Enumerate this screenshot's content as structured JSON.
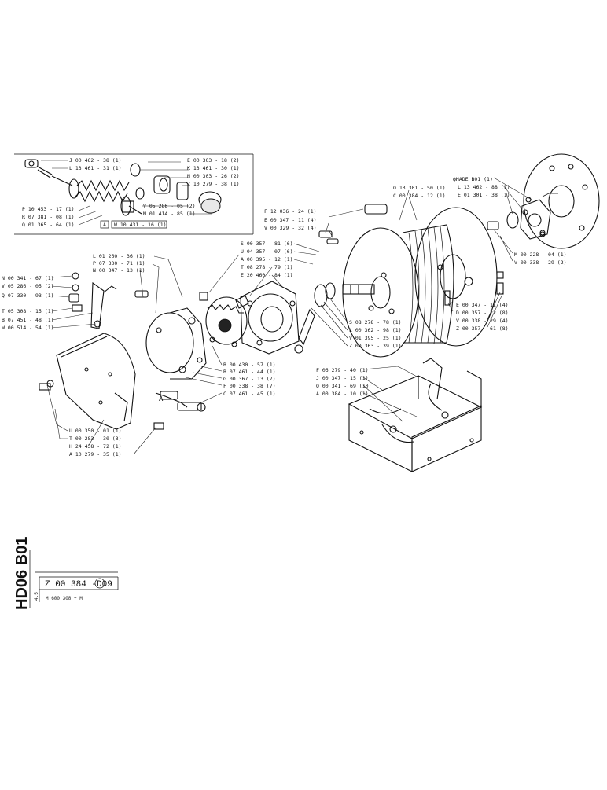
{
  "labels": {
    "inset": [
      "J 00 462 - 38 (1)",
      "L 13 461 - 31 (1)",
      "E 00 303 - 18 (2)",
      "K 13 461 - 30 (1)",
      "N 00 303 - 26 (2)",
      "Z 10 279 - 38 (1)",
      "P 10 453 - 17 (1)",
      "R 07 381 - 08 (1)",
      "Q 01 365 - 64 (1)",
      "V 05 286 - 05 (2)",
      "M 01 414 - 85 (1)",
      "W 10 431 - 16 (1)"
    ],
    "inset_marker": "A",
    "left": [
      "L 01 260 - 36 (1)",
      "P 07 330 - 71 (1)",
      "N 00 347 - 13 (1)",
      "N 00 341 - 67 (1)",
      "V 05 286 - 05 (2)",
      "Q 07 330 - 93 (1)",
      "T 05 308 - 15 (1)",
      "B 07 451 - 48 (1)",
      "W 00 514 - 54 (1)"
    ],
    "bottom_left": [
      "U 00 350 - 01 (1)",
      "T 00 283 - 30 (3)",
      "H 24 438 - 72 (1)",
      "A 10 279 - 35 (1)"
    ],
    "center_top": [
      "S 00 357 - 81 (6)",
      "U 04 357 - 07 (6)",
      "A 00 395 - 12 (1)",
      "T 08 278 - 79 (1)",
      "E 20 460 - 84 (1)"
    ],
    "center_right": [
      "F 12 036 - 24 (1)",
      "E 00 347 - 11 (4)",
      "V 00 329 - 32 (4)"
    ],
    "center_bottom": [
      "B 00 430 - 57 (1)",
      "B 07 461 - 44 (1)",
      "G 00 367 - 13 (7)",
      "F 00 338 - 38 (7)",
      "C 07 461 - 45 (1)"
    ],
    "drum_top": [
      "O 13 301 - 50 (1)",
      "C 00 384 - 12 (1)"
    ],
    "drum_bottom": [
      "S 08 278 - 78 (1)",
      "L 00 362 - 98 (1)",
      "V 01 395 - 25 (1)",
      "Z 00 363 - 39 (1)"
    ],
    "motor": [
      "ϕHADE B01 (1)",
      "L 13 462 - 88 (1)",
      "E 01 301 - 38 (1)"
    ],
    "motor_bottom": [
      "M 00 228 - 04 (1)",
      "V 00 338 - 29 (2)"
    ],
    "right_bottom": [
      "E 00 347 - 11 (4)",
      "D 00 357 - 22 (8)",
      "V 00 338 - 29 (4)",
      "Z 00 357 - 61 (8)"
    ],
    "frame": [
      "F 06 279 - 40 (1)",
      "J 00 347 - 15 (1)",
      "Q 00 341 - 69 (10)",
      "A 00 384 - 10 (1)"
    ],
    "a_marker": "A"
  },
  "title_block": {
    "sheet_code": "HD06 B01",
    "drawing_no": "Z 00 384 - 09",
    "revision": "D",
    "small_note": "4.5",
    "model": "M 600 308 + M"
  }
}
